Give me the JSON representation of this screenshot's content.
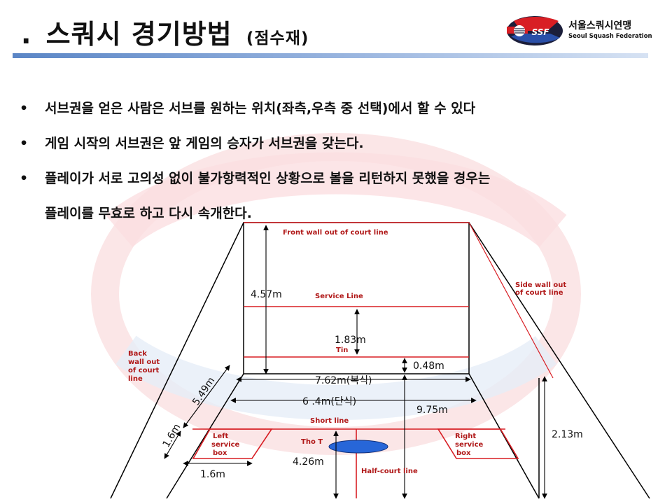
{
  "title": {
    "dot": ".",
    "main": "스쿼시 경기방법",
    "sub": "(점수재)"
  },
  "logo": {
    "mark": "SSF",
    "name_ko": "서울스쿼시연맹",
    "name_en": "Seoul Squash Federation"
  },
  "bullets": [
    {
      "symbol": "•",
      "text": "서브권을 얻은 사람은 서브를 원하는 위치(좌측,우측 중 선택)에서 할 수 있다"
    },
    {
      "symbol": "•",
      "text": "게임 시작의  서브권은 앞 게임의 승자가 서브권을 갖는다."
    },
    {
      "symbol": "•",
      "text": "플레이가 서로 고의성 없이 불가항력적인 상황으로 볼을 리턴하지 못했을 경우는",
      "text2": "플레이를 무효로 하고 다시 속개한다."
    }
  ],
  "diagram": {
    "labels": {
      "front_wall_out": "Front wall out of court line",
      "service_line": "Service Line",
      "tin": "Tin",
      "side_wall_out_1": "Side wall out",
      "side_wall_out_2": "of court line",
      "back_wall_1": "Back",
      "back_wall_2": "wall out",
      "back_wall_3": "of court",
      "back_wall_4": "line",
      "short_line": "Short line",
      "the_t": "Tho T",
      "half_court_line": "Half-court line",
      "left_box_1": "Left",
      "left_box_2": "service",
      "left_box_3": "box",
      "right_box_1": "Right",
      "right_box_2": "service",
      "right_box_3": "box"
    },
    "dimensions": {
      "front_height": "4.57m",
      "service_height": "1.83m",
      "tin_height": "0.48m",
      "width_doubles": "7.62m(복식)",
      "width_singles": "6 .4m(단식)",
      "length": "9.75m",
      "back_height": "2.13m",
      "short_dist": "5.49m",
      "box_depth": "1.6m",
      "box_width": "1.6m",
      "t_to_back": "4.26m"
    }
  },
  "colors": {
    "line": "#000000",
    "red": "#d81e24",
    "label": "#b01818",
    "ellipse": "#2766d8",
    "rule": "#5b86c6"
  }
}
